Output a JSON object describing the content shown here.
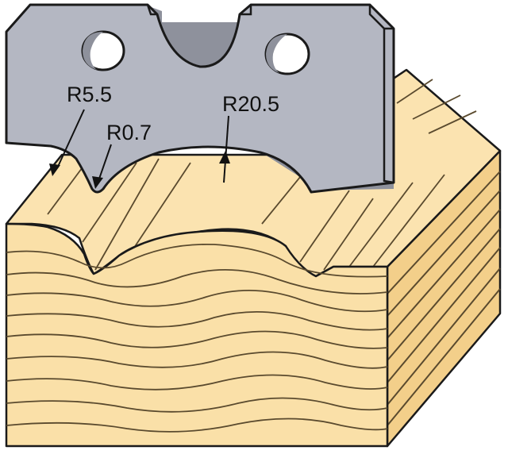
{
  "labels": {
    "radius_large_corner": "R5.5",
    "radius_small_corner": "R0.7",
    "radius_main_arc": "R20.5"
  },
  "colors": {
    "background": "#ffffff",
    "wood_light": "#fbe3b0",
    "wood_front": "#fae0a8",
    "wood_side": "#f3cf8a",
    "grain_line": "#5a4a2e",
    "knife_body": "#b4b7c2",
    "knife_edge": "#8e919c",
    "outline": "#1a1a1a",
    "label_text": "#111111"
  }
}
